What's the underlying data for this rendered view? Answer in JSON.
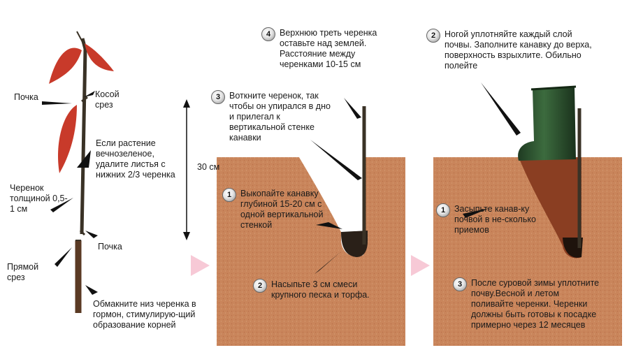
{
  "labels": {
    "bud_top": "Почка",
    "slant_cut": "Косой срез",
    "evergreen_note": "Если растение вечнозеленое, удалите листья с нижних 2/3 черенка",
    "length": "30 см",
    "cutting_thickness": "Черенок толщиной 0,5-1 см",
    "bud_bottom": "Почка",
    "straight_cut": "Прямой срез",
    "hormone_note": "Обмакните низ черенка в гормон, стимулирую-щий образование корней"
  },
  "panel1": {
    "steps": [
      {
        "num": "4",
        "text": "Верхнюю треть черенка оставьте над землей. Расстояние между черенками 10-15 см"
      },
      {
        "num": "3",
        "text": "Воткните черенок, так чтобы он упирался в дно и прилегал к вертикальной стенке канавки"
      },
      {
        "num": "1",
        "text": "Выкопайте канавку глубиной 15-20 см с одной вертикальной стенкой"
      },
      {
        "num": "2",
        "text": "Насыпьте 3 см смеси крупного песка и торфа."
      }
    ]
  },
  "panel2": {
    "steps": [
      {
        "num": "2",
        "text": "Ногой уплотняйте каждый слой почвы. Заполните канавку до верха, поверхность взрыхлите. Обильно полейте"
      },
      {
        "num": "1",
        "text": "Засыпьте канав-ку почвой в не-сколько приемов"
      },
      {
        "num": "3",
        "text": "После суровой зимы уплотните почву.Весной и летом поливайте черенки. Черенки должны быть готовы к посадке примерно через 12 месяцев"
      }
    ]
  },
  "colors": {
    "soil": "#c9855b",
    "soil_dark": "#8a3e22",
    "leaf": "#c83a2a",
    "stem": "#3a3226",
    "boot": "#274a2a",
    "arrow": "#f7c9d6"
  },
  "icons": [
    "boot-icon",
    "arrow-right-icon",
    "step-number-icon"
  ]
}
